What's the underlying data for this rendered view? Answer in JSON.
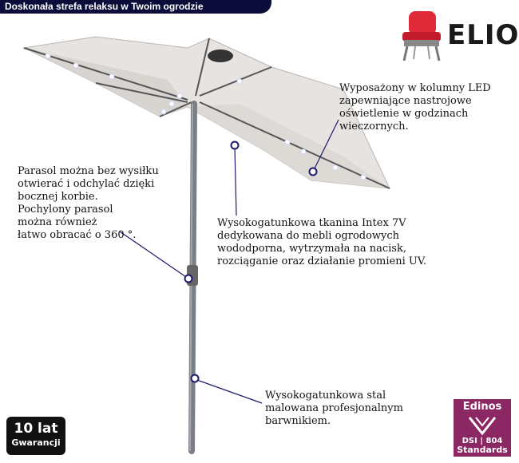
{
  "header": {
    "title": "Doskonała strefa relaksu w Twoim ogrodzie"
  },
  "brand": {
    "name": "ELIOR",
    "logo_icon": "red-chair-icon"
  },
  "notes": {
    "led": "Wyposażony w kolumny LED\nzapewniające nastrojowe\noświetlenie w godzinach\nwieczornych.",
    "tilt": "Parasol można bez wysiłku\notwierać i odchylać dzięki\nbocznej korbie.\nPochylony parasol\nmożna również\nłatwo obracać o 360 °.",
    "fabric": "Wysokogatunkowa tkanina Intex 7V\ndedykowana do mebli ogrodowych\nwododporna, wytrzymała na nacisk,\nrozciąganie oraz działanie promieni UV.",
    "steel": "Wysokogatunkowa stal\nmalowana profesjonalnym\nbarwnikiem."
  },
  "warranty": {
    "years": "10 lat",
    "label": "Gwarancji"
  },
  "certificate": {
    "name": "Edinos",
    "code_left": "DSI",
    "code_right": "804",
    "standards": "Standards"
  },
  "colors": {
    "header_bg": "#0c0c3a",
    "callout": "#1a1a6e",
    "canopy": "#e6e3e0",
    "pole": "#7a7f86",
    "edinos": "#8b2763",
    "chair": "#e02a3a"
  }
}
